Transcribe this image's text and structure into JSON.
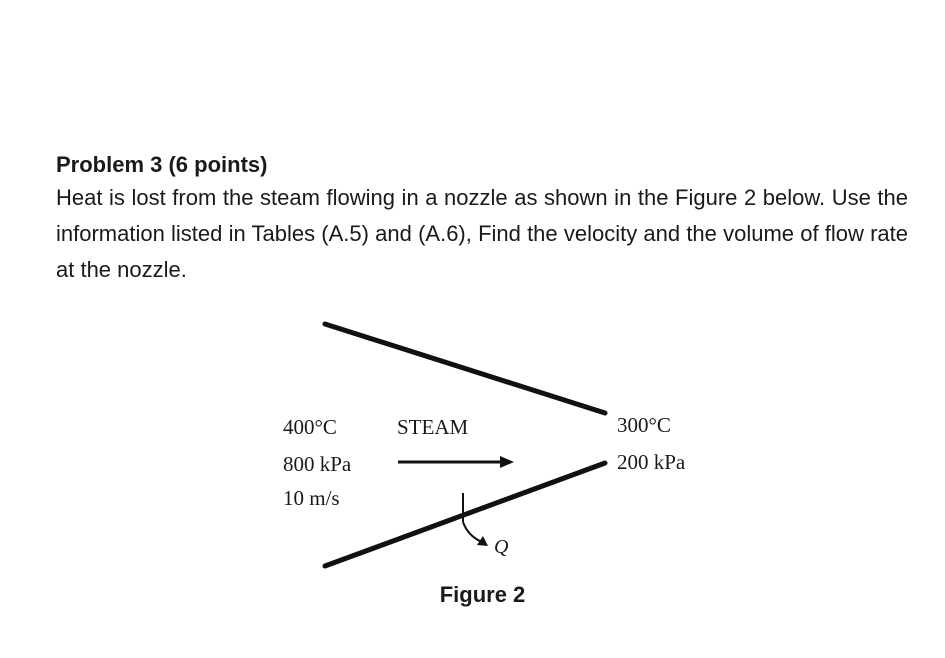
{
  "problem": {
    "title": "Problem 3 (6 points)",
    "body": "Heat is lost from the steam flowing in a nozzle as shown in the Figure 2 below. Use the information listed in Tables (A.5) and (A.6), Find the velocity and the volume of flow rate at the nozzle."
  },
  "figure": {
    "inlet": {
      "temperature": "400°C",
      "pressure": "800 kPa",
      "velocity": "10 m/s"
    },
    "flow_label": "STEAM",
    "outlet": {
      "temperature": "300°C",
      "pressure": "200 kPa"
    },
    "heat_label": "Q",
    "caption": "Figure 2"
  }
}
